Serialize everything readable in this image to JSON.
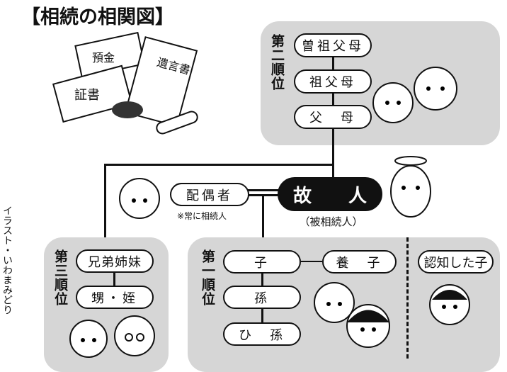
{
  "title": "【相続の相関図】",
  "credit": "イラスト・いわまみどり",
  "second": {
    "label": "第二順位",
    "items": [
      "曽祖父母",
      "祖父母",
      "父　母"
    ]
  },
  "deceased": {
    "label": "故　　人",
    "sub": "（被相続人）"
  },
  "spouse": {
    "label": "配偶者",
    "note": "※常に相続人"
  },
  "third": {
    "label": "第三順位",
    "items": [
      "兄弟姉妹",
      "甥・姪"
    ]
  },
  "first": {
    "label": "第一順位",
    "items": [
      "子",
      "孫",
      "ひ　孫"
    ]
  },
  "adopted": "養　子",
  "acknowledged": "認知した子",
  "illustration_text": {
    "doc1": "預金",
    "doc2": "証書",
    "doc3": "遺言書"
  }
}
